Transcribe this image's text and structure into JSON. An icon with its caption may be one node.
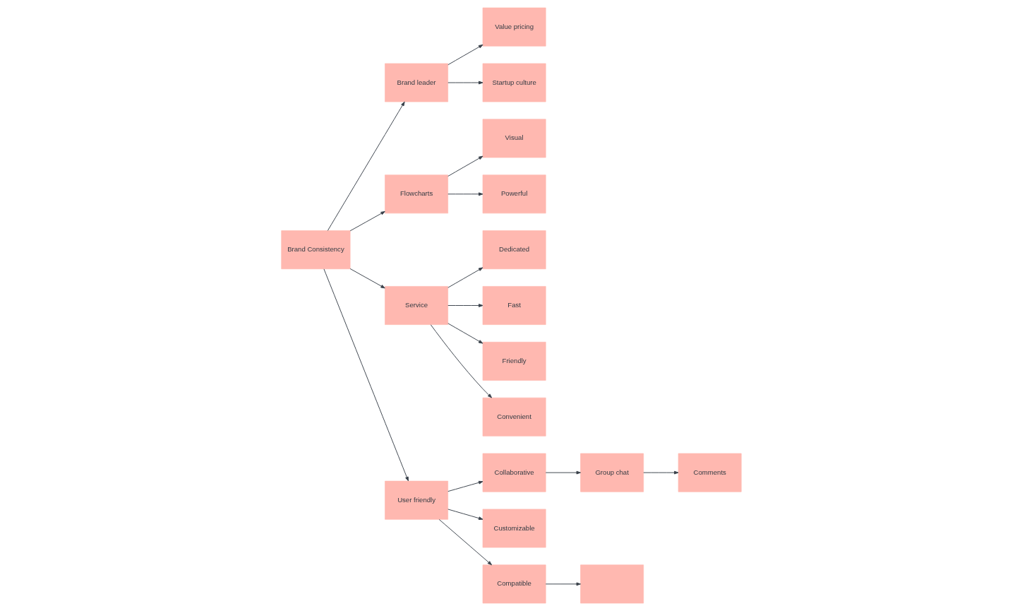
{
  "diagram": {
    "nodes": [
      {
        "text": [
          "Visual"
        ]
      },
      {
        "text": [
          "Value pricing"
        ]
      },
      {
        "text": [
          "Brand leader"
        ]
      },
      {
        "text": [
          "Startup culture"
        ]
      },
      {
        "text": [
          "Flowcharts"
        ]
      },
      {
        "text": [
          "Powerful"
        ]
      },
      {
        "text": [
          "Brand Consistency"
        ]
      },
      {
        "text": [
          "Dedicated"
        ]
      },
      {
        "text": [
          "Group chat"
        ]
      },
      {
        "text": [
          "Fast"
        ]
      },
      {
        "text": [
          "Service"
        ]
      },
      {
        "text": [
          "User friendly"
        ]
      },
      {
        "text": [
          "Collaborative"
        ]
      },
      {
        "text": [
          "Comments"
        ]
      },
      {
        "text": [
          "Friendly"
        ]
      },
      {
        "text": [
          "Convenient"
        ]
      },
      {
        "text": [
          "Customizable"
        ]
      },
      {
        "text": [
          "Compatible"
        ]
      },
      {
        "text": [],
        "shape": "box"
      }
    ],
    "edges": [
      {
        "from": 2,
        "to": 1,
        "arrow": "to"
      },
      {
        "from": 2,
        "to": 3,
        "arrow": "to"
      },
      {
        "from": 6,
        "to": 2,
        "arrow": "to"
      },
      {
        "from": 6,
        "to": 4,
        "arrow": "to"
      },
      {
        "from": 4,
        "to": 0,
        "arrow": "to"
      },
      {
        "from": 4,
        "to": 5,
        "arrow": "to"
      },
      {
        "from": 6,
        "to": 10,
        "arrow": "to"
      },
      {
        "from": 6,
        "to": 11,
        "arrow": "to"
      },
      {
        "from": 10,
        "to": 7,
        "arrow": "to"
      },
      {
        "from": 10,
        "to": 9,
        "arrow": "to"
      },
      {
        "from": 10,
        "to": 14,
        "arrow": "to"
      },
      {
        "from": 10,
        "to": 15,
        "arrow": "to"
      },
      {
        "from": 11,
        "to": 16,
        "arrow": "to"
      },
      {
        "from": 11,
        "to": 12,
        "arrow": "to"
      },
      {
        "from": 11,
        "to": 17,
        "arrow": "to"
      },
      {
        "from": 12,
        "to": 8,
        "arrow": "to"
      },
      {
        "from": 8,
        "to": 13,
        "arrow": "to"
      },
      {
        "from": 17,
        "to": 18,
        "arrow": "to"
      }
    ]
  }
}
